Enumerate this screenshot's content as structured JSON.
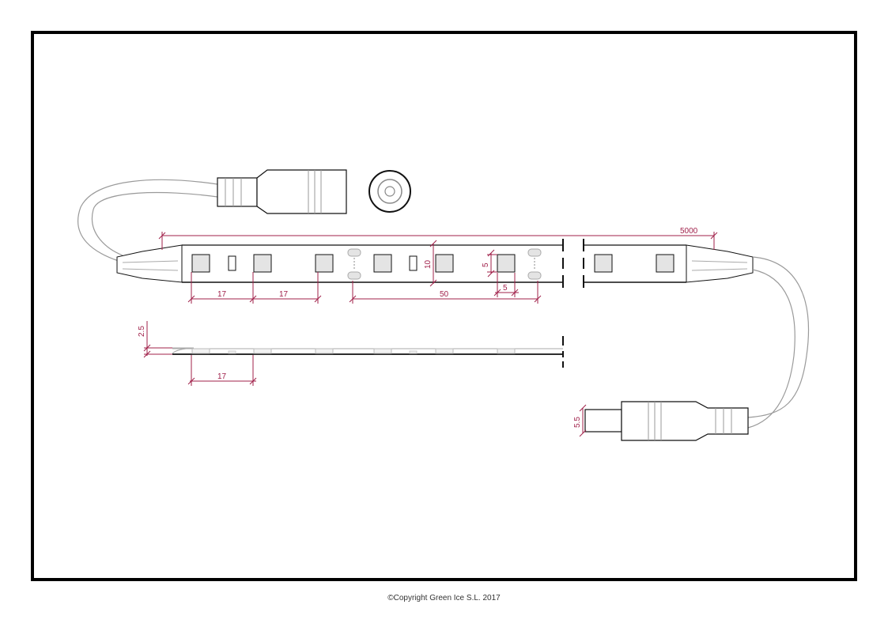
{
  "dimensions": {
    "total_length": "5000",
    "led_pitch_1": "17",
    "led_pitch_2": "17",
    "cut_segment": "50",
    "strip_width": "10",
    "led_height": "5",
    "led_width": "5",
    "side_pitch": "17",
    "strip_thickness": "2.5",
    "plug_diameter": "5.5"
  },
  "copyright": "©Copyright Green Ice S.L. 2017",
  "colors": {
    "dimension": "#a0204a",
    "outline": "#111111",
    "cable": "#9a9a9a",
    "led": "#e4e4e4"
  }
}
